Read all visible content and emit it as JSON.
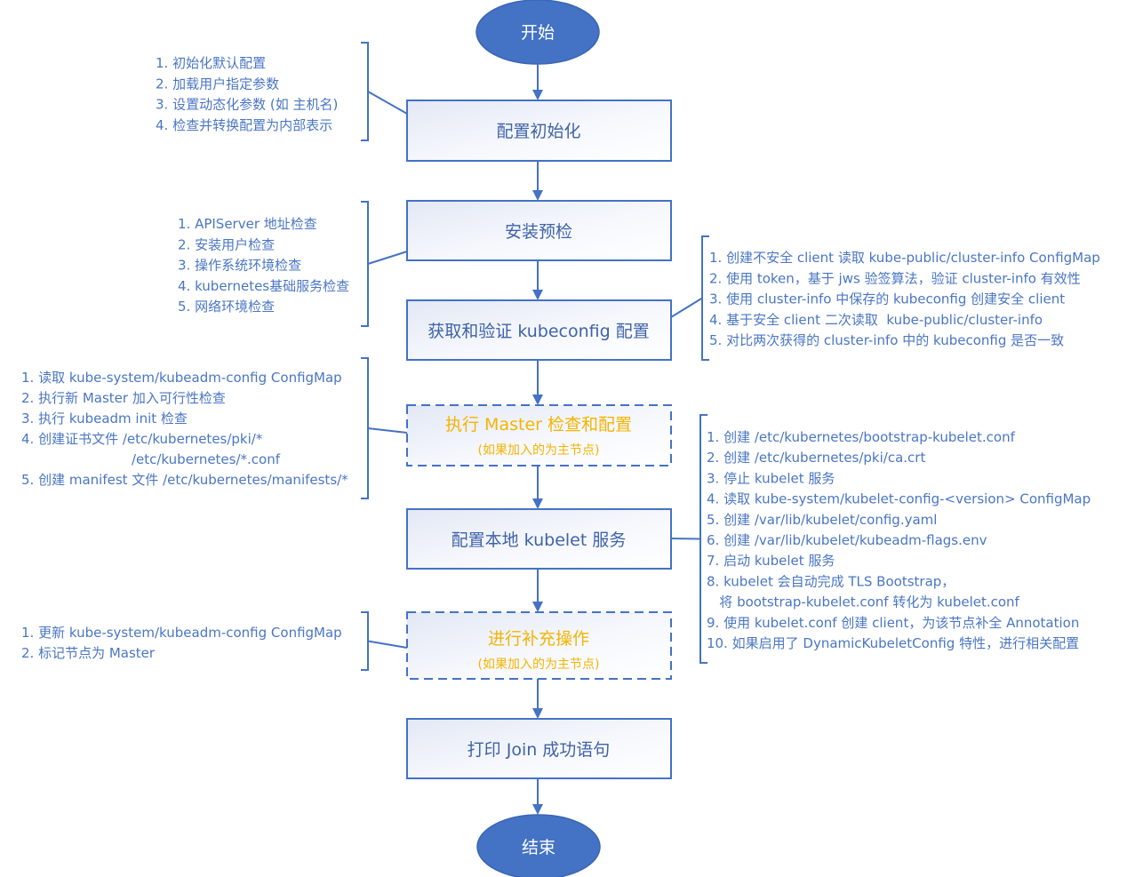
{
  "colors": {
    "primary": "#4472c4",
    "text_blue": "#3f63a8",
    "note_blue": "#4a76c5",
    "optional_yellow": "#f4b400",
    "terminal_text": "#ffffff"
  },
  "start": {
    "label": "开始"
  },
  "end": {
    "label": "结束"
  },
  "steps": [
    {
      "id": "config-init",
      "label": "配置初始化",
      "optional": false,
      "note_side": "left",
      "notes": [
        "1. 初始化默认配置",
        "2. 加载用户指定参数",
        "3. 设置动态化参数 (如 主机名)",
        "4. 检查并转换配置为内部表示"
      ]
    },
    {
      "id": "preflight",
      "label": "安装预检",
      "optional": false,
      "note_side": "left",
      "notes": [
        "1. APIServer 地址检查",
        "2. 安装用户检查",
        "3. 操作系统环境检查",
        "4. kubernetes基础服务检查",
        "5. 网络环境检查"
      ]
    },
    {
      "id": "kubeconfig",
      "label": "获取和验证 kubeconfig 配置",
      "optional": false,
      "note_side": "right",
      "notes": [
        "1. 创建不安全 client 读取 kube-public/cluster-info ConfigMap",
        "2. 使用 token，基于 jws 验签算法，验证 cluster-info 有效性",
        "3. 使用 cluster-info 中保存的 kubeconfig 创建安全 client",
        "4. 基于安全 client 二次读取  kube-public/cluster-info",
        "5. 对比两次获得的 cluster-info 中的 kubeconfig 是否一致"
      ]
    },
    {
      "id": "master-check",
      "label": "执行 Master 检查和配置",
      "sublabel": "(如果加入的为主节点)",
      "optional": true,
      "note_side": "left",
      "notes": [
        "1. 读取 kube-system/kubeadm-config ConfigMap",
        "2. 执行新 Master 加入可行性检查",
        "3. 执行 kubeadm init 检查",
        "4. 创建证书文件 /etc/kubernetes/pki/*",
        "                          /etc/kubernetes/*.conf",
        "5. 创建 manifest 文件 /etc/kubernetes/manifests/*"
      ]
    },
    {
      "id": "kubelet",
      "label": "配置本地 kubelet 服务",
      "optional": false,
      "note_side": "right",
      "notes": [
        "1. 创建 /etc/kubernetes/bootstrap-kubelet.conf",
        "2. 创建 /etc/kubernetes/pki/ca.crt",
        "3. 停止 kubelet 服务",
        "4. 读取 kube-system/kubelet-config-<version> ConfigMap",
        "5. 创建 /var/lib/kubelet/config.yaml",
        "6. 创建 /var/lib/kubelet/kubeadm-flags.env",
        "7. 启动 kubelet 服务",
        "8. kubelet 会自动完成 TLS Bootstrap，",
        "   将 bootstrap-kubelet.conf 转化为 kubelet.conf",
        "9. 使用 kubelet.conf 创建 client，为该节点补全 Annotation",
        "10. 如果启用了 DynamicKubeletConfig 特性，进行相关配置"
      ]
    },
    {
      "id": "supplement",
      "label": "进行补充操作",
      "sublabel": "(如果加入的为主节点)",
      "optional": true,
      "note_side": "left",
      "notes": [
        "1. 更新 kube-system/kubeadm-config ConfigMap",
        "2. 标记节点为 Master"
      ]
    },
    {
      "id": "print-join",
      "label": "打印 Join 成功语句",
      "optional": false,
      "note_side": "none",
      "notes": []
    }
  ]
}
